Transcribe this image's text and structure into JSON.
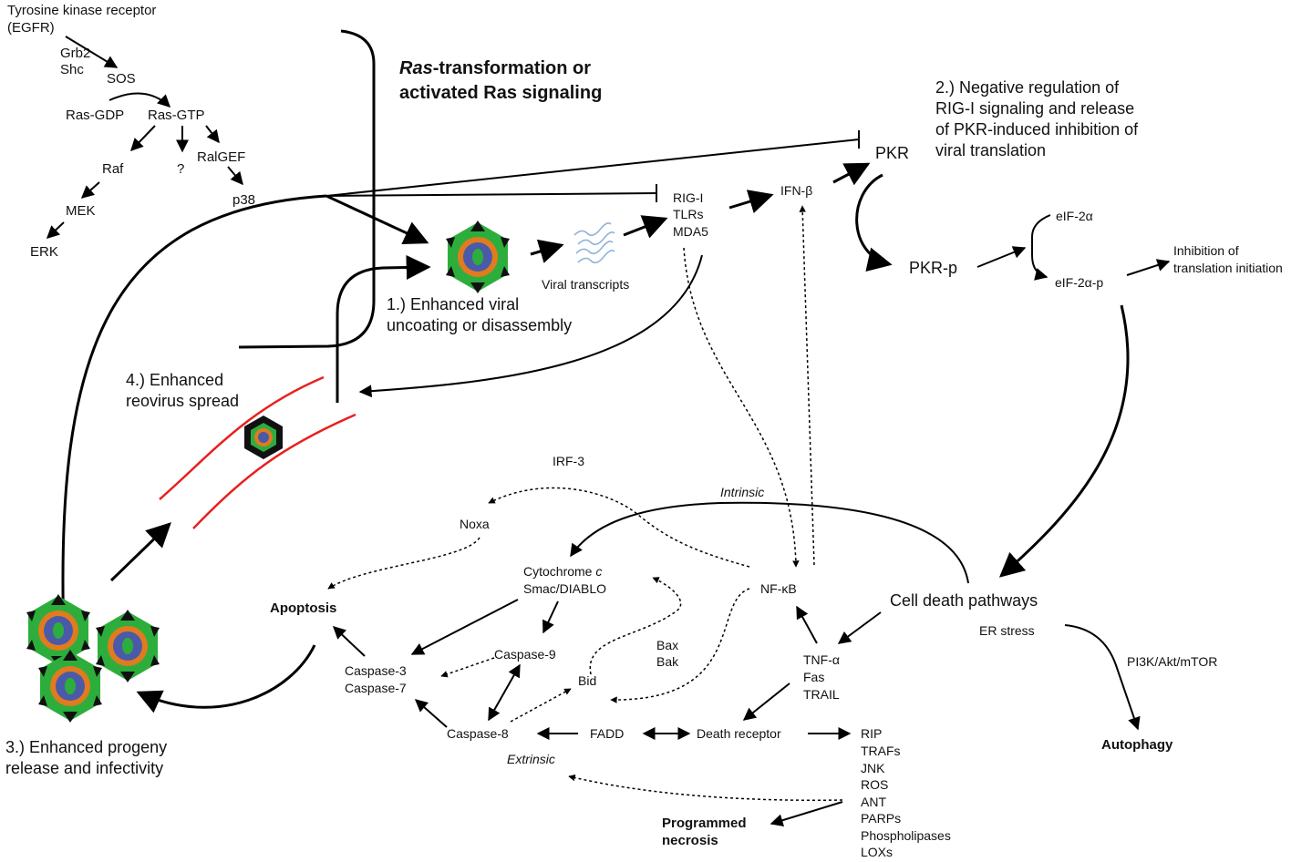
{
  "colors": {
    "line": "#000000",
    "vessel": "#e8201e",
    "transcript": "#8fb3d9",
    "virion_outer": "#2dae3c",
    "virion_spikes": "#111111",
    "virion_ring": "#e07b1f",
    "virion_core": "#4a5aa8",
    "virion_center": "#2dae3c"
  },
  "icons": [
    "reovirus-virion-icon",
    "viral-transcripts-icon",
    "blood-vessel-icon"
  ],
  "ras": {
    "egfr_line1": "Tyrosine kinase receptor",
    "egfr_line2": "(EGFR)",
    "grb2": "Grb2",
    "shc": "Shc",
    "sos": "SOS",
    "ras_gdp": "Ras-GDP",
    "ras_gtp": "Ras-GTP",
    "raf": "Raf",
    "question": "?",
    "ralgef": "RalGEF",
    "mek": "MEK",
    "p38": "p38",
    "erk": "ERK"
  },
  "title": {
    "ras_word": "Ras",
    "line1_rest": "-transformation or",
    "line2": "activated Ras signaling"
  },
  "steps": {
    "s1_line1": "1.) Enhanced viral",
    "s1_line2": "uncoating or disassembly",
    "s2_line1": "2.) Negative  regulation  of",
    "s2_line2": "RIG-I  signaling  and  release",
    "s2_line3": "of PKR-induced inhibition of",
    "s2_line4": "viral translation",
    "s3_line1": "3.) Enhanced progeny",
    "s3_line2": "release and infectivity",
    "s4_line1": "4.) Enhanced",
    "s4_line2": "reovirus  spread"
  },
  "sensing": {
    "viral_transcripts": "Viral transcripts",
    "rig_i": "RIG-I",
    "tlrs": "TLRs",
    "mda5": "MDA5",
    "ifn_b": "IFN-β",
    "pkr": "PKR",
    "pkr_p": "PKR-p",
    "eif2a": "eIF-2α",
    "eif2a_p": "eIF-2α-p",
    "inhib_line1": "Inhibition  of",
    "inhib_line2": "translation initiation"
  },
  "death": {
    "irf3": "IRF-3",
    "noxa": "Noxa",
    "intrinsic": "Intrinsic",
    "cyto_line1": "Cytochrome ",
    "cyto_c": "c",
    "smac": "Smac/DIABLO",
    "nfkb": "NF-κB",
    "cell_death": "Cell death pathways",
    "apoptosis": "Apoptosis",
    "caspase9": "Caspase-9",
    "bax": "Bax",
    "bak": "Bak",
    "er_stress": "ER  stress",
    "pi3k": "PI3K/Akt/mTOR",
    "caspase3": "Caspase-3",
    "caspase7": "Caspase-7",
    "bid": "Bid",
    "tnfa": "TNF-α",
    "fas": "Fas",
    "trail": "TRAIL",
    "caspase8": "Caspase-8",
    "fadd": "FADD",
    "death_receptor": "Death receptor",
    "extrinsic": "Extrinsic",
    "autophagy": "Autophagy",
    "rip": "RIP",
    "trafs": "TRAFs",
    "jnk": "JNK",
    "ros": "ROS",
    "ant": "ANT",
    "parps": "PARPs",
    "phospholipases": "Phospholipases",
    "loxs": "LOXs",
    "prog_line1": "Programmed",
    "prog_line2": "necrosis"
  }
}
